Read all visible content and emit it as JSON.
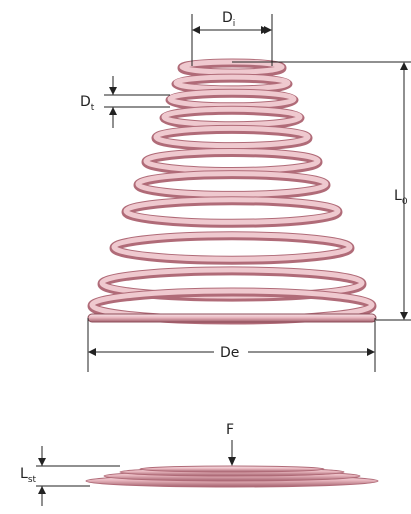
{
  "labels": {
    "inner_diameter": {
      "main": "D",
      "sub": "i"
    },
    "wire_diameter": {
      "main": "D",
      "sub": "t"
    },
    "free_length": {
      "main": "L",
      "sub": "0"
    },
    "outer_diameter": {
      "main": "De"
    },
    "force": {
      "main": "F"
    },
    "solid_length": {
      "main": "L",
      "sub": "st"
    }
  },
  "colors": {
    "spring": "#e8b7bf",
    "spring_dark": "#b06b78",
    "spring_highlight": "#f8e4e8",
    "line": "#222222"
  }
}
